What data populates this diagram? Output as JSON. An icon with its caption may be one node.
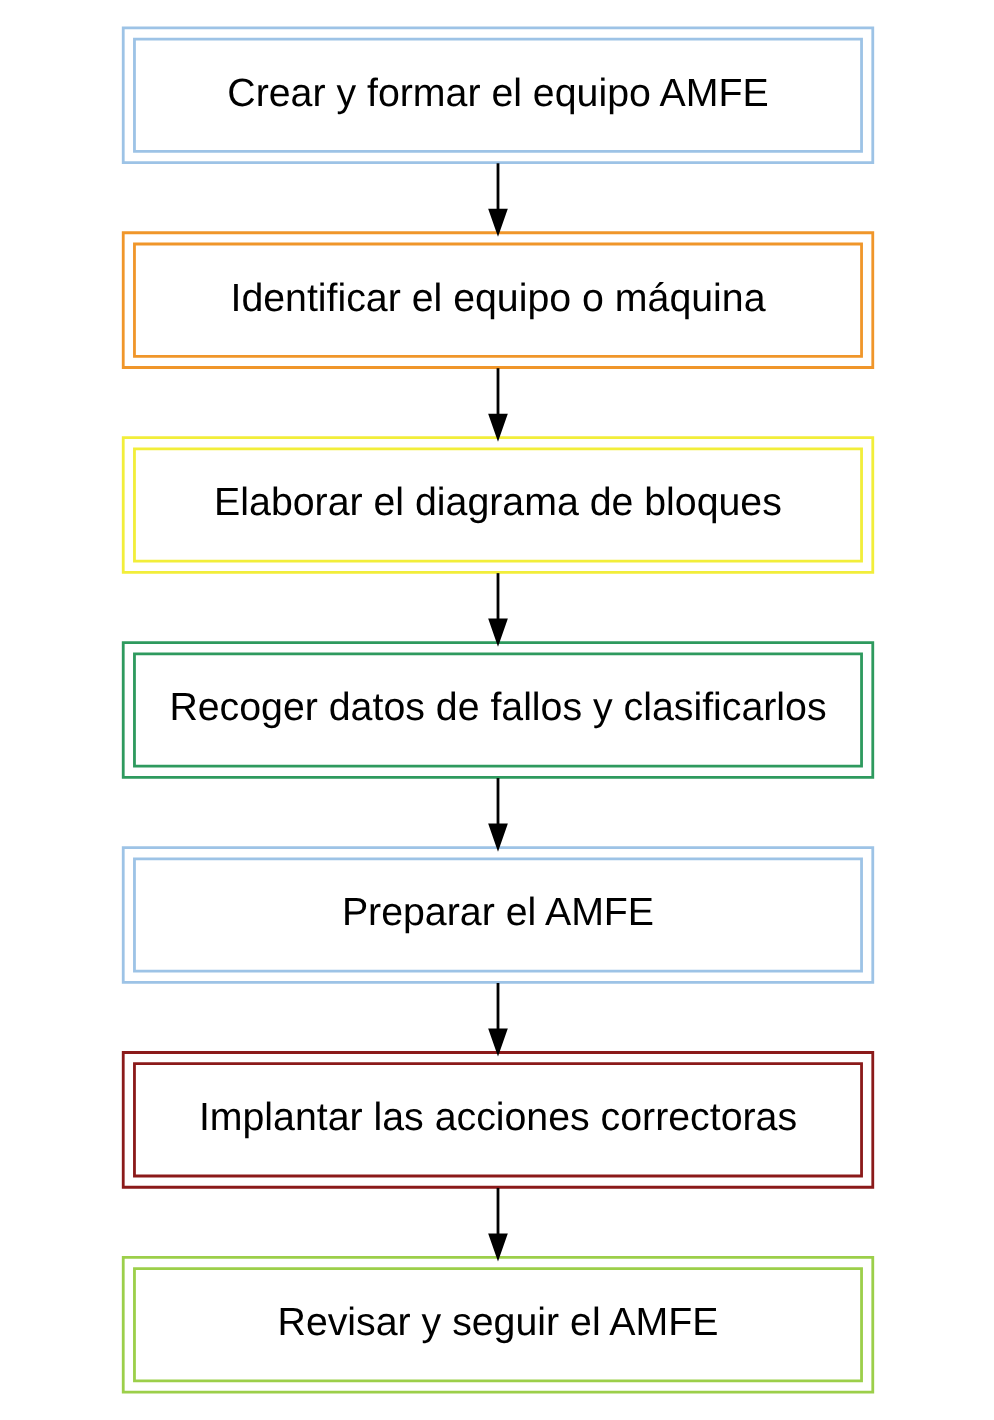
{
  "diagram": {
    "nodes": [
      {
        "text": [
          "Crear y formar el equipo AMFE"
        ]
      },
      {
        "text": [
          "Identificar el equipo o máquina"
        ]
      },
      {
        "text": [
          "Elaborar el diagrama de bloques"
        ]
      },
      {
        "text": [
          "Recoger datos de fallos y clasificarlos"
        ]
      },
      {
        "text": [
          "Preparar el AMFE"
        ]
      },
      {
        "text": [
          "Implantar las acciones correctoras"
        ]
      },
      {
        "text": [
          "Revisar y seguir el AMFE"
        ]
      }
    ],
    "edges": [
      {
        "from": 0,
        "to": 1,
        "arrow": "to"
      },
      {
        "from": 1,
        "to": 2,
        "arrow": "to"
      },
      {
        "from": 2,
        "to": 3,
        "arrow": "to"
      },
      {
        "from": 3,
        "to": 4,
        "arrow": "to"
      },
      {
        "from": 4,
        "to": 5,
        "arrow": "to"
      },
      {
        "from": 5,
        "to": 6,
        "arrow": "to"
      }
    ]
  }
}
